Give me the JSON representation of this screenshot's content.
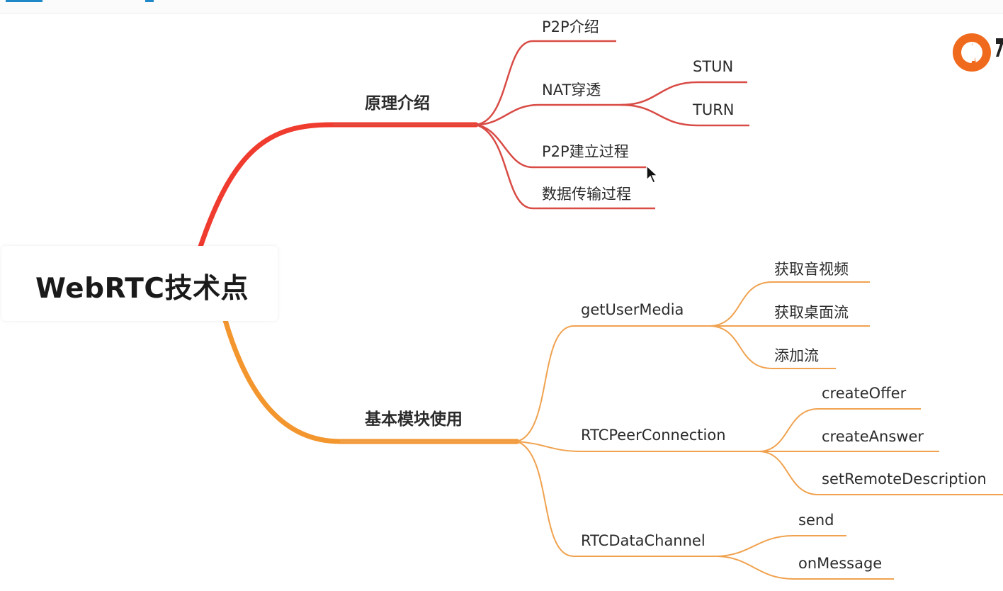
{
  "root": {
    "label": "WebRTC技术点"
  },
  "branches": [
    {
      "label": "原理介绍",
      "color": "#e53d30",
      "children": [
        {
          "label": "P2P介绍"
        },
        {
          "label": "NAT穿透",
          "children": [
            {
              "label": "STUN"
            },
            {
              "label": "TURN"
            }
          ]
        },
        {
          "label": "P2P建立过程"
        },
        {
          "label": "数据传输过程"
        }
      ]
    },
    {
      "label": "基本模块使用",
      "color": "#f3962e",
      "children": [
        {
          "label": "getUserMedia",
          "children": [
            {
              "label": "获取音视频"
            },
            {
              "label": "获取桌面流"
            },
            {
              "label": "添加流"
            }
          ]
        },
        {
          "label": "RTCPeerConnection",
          "children": [
            {
              "label": "createOffer"
            },
            {
              "label": "createAnswer"
            },
            {
              "label": "setRemoteDescription"
            }
          ]
        },
        {
          "label": "RTCDataChannel",
          "children": [
            {
              "label": "send"
            },
            {
              "label": "onMessage"
            }
          ]
        }
      ]
    }
  ],
  "icons": {
    "logo": "brand-logo-icon",
    "cursor": "mouse-pointer-icon"
  }
}
